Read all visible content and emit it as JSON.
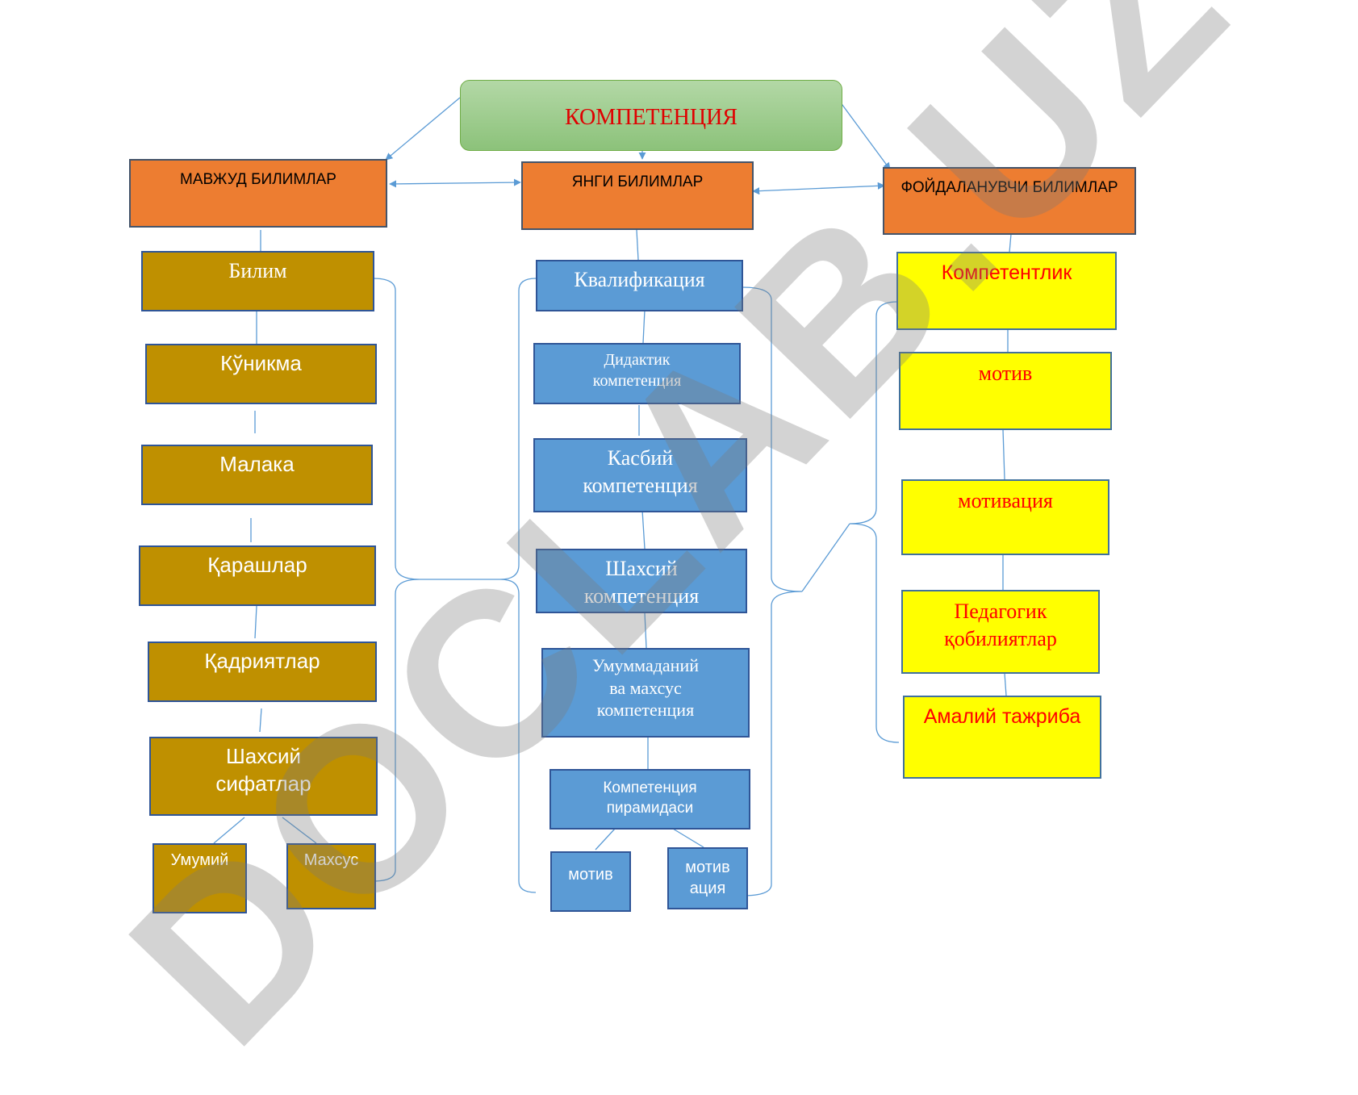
{
  "title": "КОМПЕТЕНЦИЯ",
  "columns": {
    "left": {
      "header": "МАВЖУД БИЛИМЛАР"
    },
    "middle": {
      "header": "ЯНГИ БИЛИМЛАР"
    },
    "right": {
      "header": "ФОЙДАЛАНУВЧИ БИЛИМЛАР"
    }
  },
  "left_items": [
    "Билим",
    "Кўникма",
    "Малака",
    "Қарашлар",
    "Қадриятлар",
    "Шахсий\nсифатлар"
  ],
  "left_sub": [
    "Умумий",
    "Махсус"
  ],
  "middle_items": [
    "Квалификация",
    "Дидактик\nкомпетенция",
    "Касбий\nкомпетенция",
    "Шахсий\nкомпетенция",
    "Умуммаданий\nва махсус\nкомпетенция",
    "Компетенция\nпирамидаси"
  ],
  "middle_sub": [
    "мотив",
    "мотив\nация"
  ],
  "right_items": [
    "Компетентлик",
    "мотив",
    "мотивация",
    "Педагогик\nқобилиятлар",
    "Амалий тажриба"
  ],
  "watermark": "DOCLAB.UZ",
  "colors": {
    "header_fill": "#ed7d31",
    "left_fill": "#bf9000",
    "middle_fill": "#5b9bd5",
    "right_fill": "#ffff00",
    "right_text": "#ff0000",
    "title_fill": "#a9d18e",
    "title_text": "#e00000",
    "connector": "#5b9bd5"
  }
}
